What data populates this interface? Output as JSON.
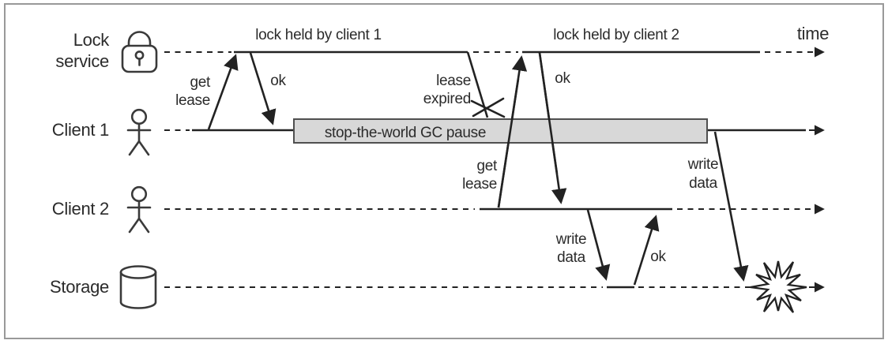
{
  "figure": {
    "lanes": [
      {
        "name": "lock-service",
        "label_lines": [
          "Lock",
          "service"
        ],
        "icon": "lock-icon"
      },
      {
        "name": "client-1",
        "label_lines": [
          "Client 1"
        ],
        "icon": "person-icon"
      },
      {
        "name": "client-2",
        "label_lines": [
          "Client 2"
        ],
        "icon": "person-icon"
      },
      {
        "name": "storage",
        "label_lines": [
          "Storage"
        ],
        "icon": "database-icon"
      }
    ],
    "annotations": {
      "lock_held_by_client_1": "lock held by client 1",
      "lock_held_by_client_2": "lock held by client 2",
      "time_label": "time",
      "get_lease_1": [
        "get",
        "lease"
      ],
      "ok_1": "ok",
      "lease_expired": [
        "lease",
        "expired"
      ],
      "gc_pause": "stop-the-world GC pause",
      "get_lease_2": [
        "get",
        "lease"
      ],
      "ok_2": "ok",
      "write_data_client2": [
        "write",
        "data"
      ],
      "ok_storage": "ok",
      "write_data_client1": [
        "write",
        "data"
      ]
    },
    "colors": {
      "line": "#222222",
      "text": "#2b2b2b",
      "gc_box_fill": "#d8d8d8",
      "gc_box_border": "#4f4f4f",
      "frame": "#999999"
    }
  }
}
